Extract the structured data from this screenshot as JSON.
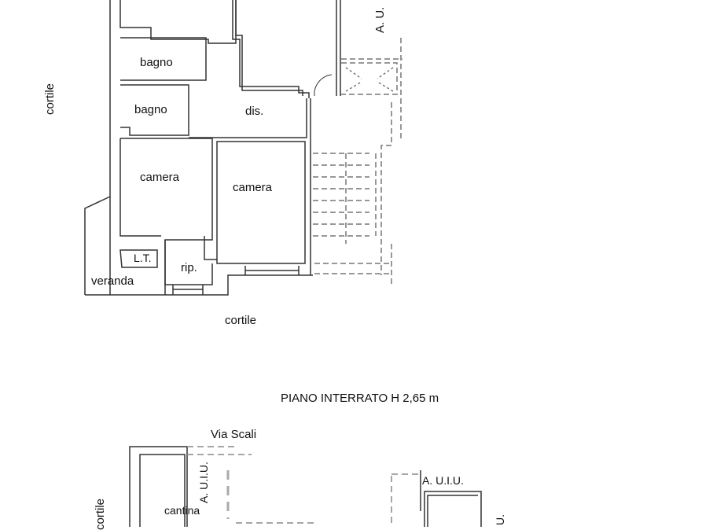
{
  "plan": {
    "ground_floor": {
      "rooms": [
        {
          "id": "bagno-1",
          "label": "bagno"
        },
        {
          "id": "bagno-2",
          "label": "bagno"
        },
        {
          "id": "dis",
          "label": "dis."
        },
        {
          "id": "camera-1",
          "label": "camera"
        },
        {
          "id": "camera-2",
          "label": "camera"
        },
        {
          "id": "lt",
          "label": "L.T."
        },
        {
          "id": "rip",
          "label": "rip."
        },
        {
          "id": "veranda",
          "label": "veranda"
        }
      ],
      "surroundings": {
        "left": "cortile",
        "bottom": "cortile",
        "top_right": "A. U."
      }
    },
    "basement": {
      "title": "PIANO INTERRATO H 2,65 m",
      "street": "Via Scali",
      "left": "cortile",
      "rooms": [
        {
          "id": "cantina",
          "label": "cantina"
        }
      ],
      "other_units": [
        "A. U.I.U.",
        "A. U.I.U.",
        "U."
      ]
    }
  },
  "colors": {
    "line": "#333333",
    "dashed": "#888888",
    "background": "#ffffff"
  }
}
